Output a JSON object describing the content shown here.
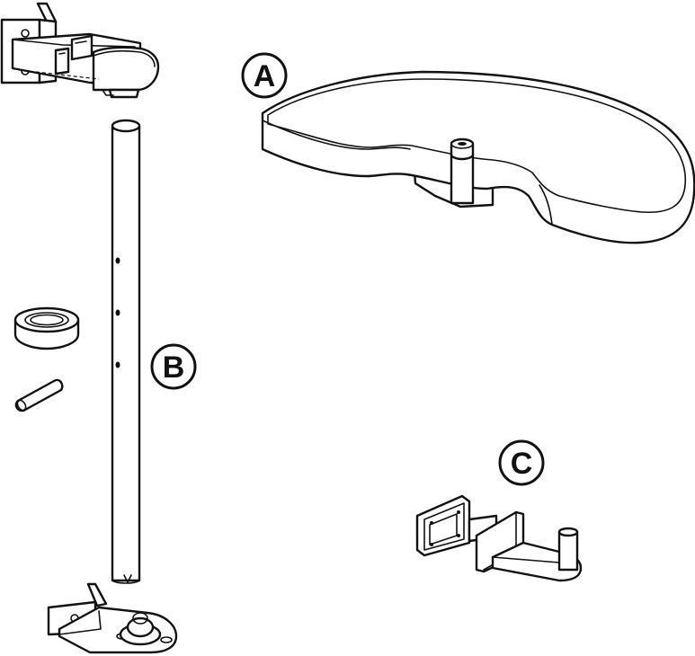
{
  "callouts": {
    "a": "A",
    "b": "B",
    "c": "C"
  },
  "colors": {
    "line": "#111111",
    "paper": "#ffffff"
  }
}
